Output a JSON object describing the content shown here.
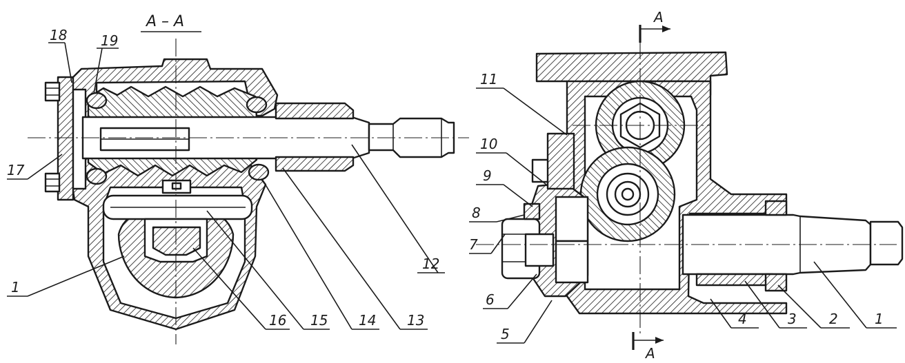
{
  "section_title": "A – A",
  "section_marks": {
    "top": "A",
    "bottom": "A"
  },
  "left_view": {
    "labels": [
      "18",
      "19",
      "17",
      "1",
      "16",
      "15",
      "14",
      "13",
      "12"
    ]
  },
  "right_view": {
    "labels": [
      "11",
      "10",
      "9",
      "8",
      "7",
      "6",
      "5",
      "4",
      "3",
      "2",
      "1"
    ]
  },
  "colors": {
    "ink": "#1b1b1b",
    "paper": "#ffffff"
  }
}
